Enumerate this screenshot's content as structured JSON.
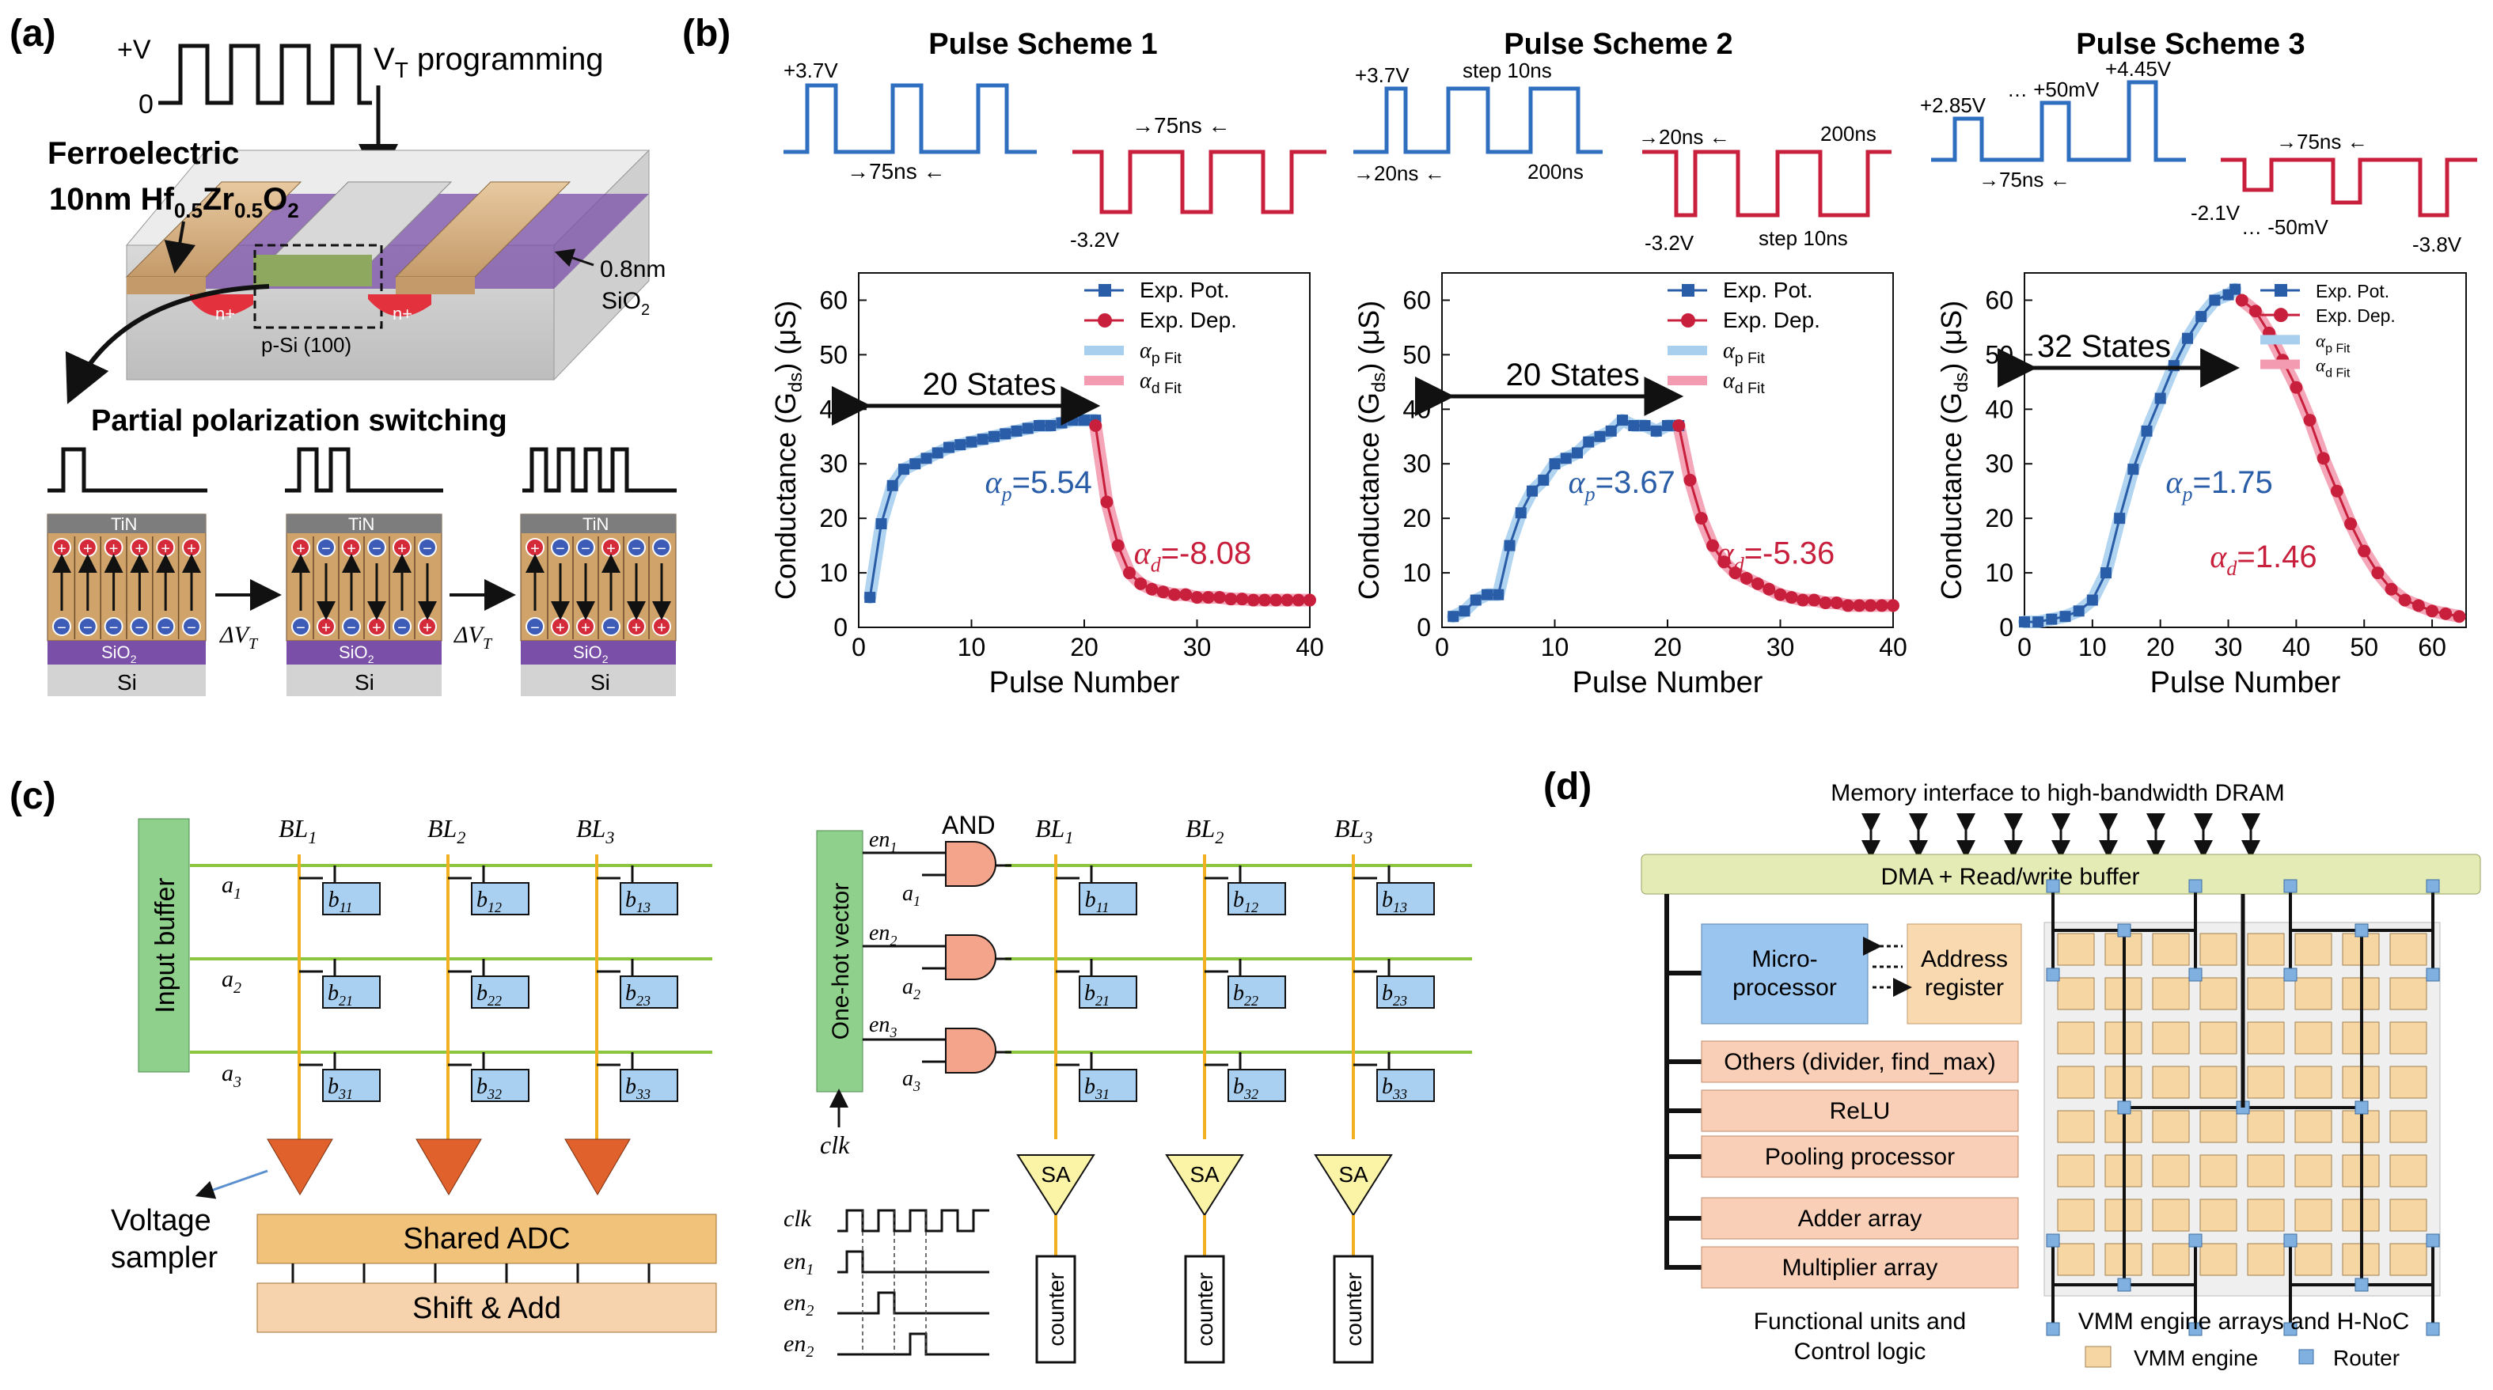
{
  "panels": {
    "a": "(a)",
    "b": "(b)",
    "c": "(c)",
    "d": "(d)"
  },
  "panel_a": {
    "plus_v": "+V",
    "zero": "0",
    "vt_prog_main": "V",
    "vt_prog_sub": "T",
    "vt_prog_rest": " programming",
    "ferro_line1": "Ferroelectric",
    "ferro_line2_a": "10nm Hf",
    "ferro_line2_b": "0.5",
    "ferro_line2_c": "Zr",
    "ferro_line2_d": "0.5",
    "ferro_line2_e": "O",
    "ferro_line2_f": "2",
    "oxide_1": "0.8nm",
    "oxide_2_a": "SiO",
    "oxide_2_b": "2",
    "substrate": "p-Si (100)",
    "nplus": "n+",
    "partial": "Partial polarization switching",
    "tin": "TiN",
    "sio2_a": "SiO",
    "sio2_b": "2",
    "si": "Si",
    "delta_vt": "ΔV",
    "delta_vt_sub": "T"
  },
  "panel_b": {
    "schemes": [
      {
        "title": "Pulse Scheme 1",
        "labels": [
          "+3.7V",
          "→75ns ←",
          "→75ns ←",
          "-3.2V"
        ]
      },
      {
        "title": "Pulse Scheme 2",
        "labels": [
          "+3.7V",
          "step 10ns",
          "→20ns ←",
          "200ns",
          "→20ns ←",
          "200ns",
          "-3.2V",
          "step 10ns"
        ]
      },
      {
        "title": "Pulse Scheme 3",
        "labels": [
          "+2.85V",
          "… +50mV",
          "+4.45V",
          "→75ns ←",
          "→75ns ←",
          "-2.1V",
          "… -50mV",
          "-3.8V"
        ]
      }
    ],
    "ylabel": "Conductance (G",
    "ylabel_sub": "ds",
    "ylabel_end": ") (μS)",
    "xlabel": "Pulse Number",
    "legend": [
      "Exp. Pot.",
      "Exp. Dep.",
      "α",
      "α"
    ],
    "legend_sub": [
      "p Fit",
      "d Fit"
    ]
  },
  "chart_data": [
    {
      "type": "scatter",
      "title": "Pulse Scheme 1",
      "xlabel": "Pulse Number",
      "ylabel": "Conductance (Gds) (μS)",
      "xlim": [
        0,
        40
      ],
      "ylim": [
        0,
        65
      ],
      "xticks": [
        0,
        10,
        20,
        30,
        40
      ],
      "yticks": [
        0,
        10,
        20,
        30,
        40,
        50,
        60
      ],
      "states_label": "20 States",
      "states_range": [
        0,
        21
      ],
      "alpha_p": {
        "symbol": "α",
        "sub": "p",
        "value": "=5.54"
      },
      "alpha_d": {
        "symbol": "α",
        "sub": "d",
        "value": "=-8.08"
      },
      "series": [
        {
          "name": "Exp. Pot.",
          "x": [
            1,
            2,
            3,
            4,
            5,
            6,
            7,
            8,
            9,
            10,
            11,
            12,
            13,
            14,
            15,
            16,
            17,
            18,
            19,
            20,
            21
          ],
          "y": [
            5.5,
            19,
            26,
            29,
            30,
            31,
            32,
            33,
            33.5,
            34,
            34.5,
            35,
            35.5,
            36,
            36.5,
            37,
            37,
            37.5,
            38,
            38,
            38
          ]
        },
        {
          "name": "Exp. Dep.",
          "x": [
            21,
            22,
            23,
            24,
            25,
            26,
            27,
            28,
            29,
            30,
            31,
            32,
            33,
            34,
            35,
            36,
            37,
            38,
            39,
            40
          ],
          "y": [
            37,
            23,
            15,
            10,
            8,
            7,
            6.5,
            6,
            6,
            5.5,
            5.5,
            5.5,
            5.2,
            5.2,
            5,
            5,
            5,
            5,
            5,
            5
          ]
        }
      ]
    },
    {
      "type": "scatter",
      "title": "Pulse Scheme 2",
      "xlabel": "Pulse Number",
      "ylabel": "Conductance (Gds) (μS)",
      "xlim": [
        0,
        40
      ],
      "ylim": [
        0,
        65
      ],
      "xticks": [
        0,
        10,
        20,
        30,
        40
      ],
      "yticks": [
        0,
        10,
        20,
        30,
        40,
        50,
        60
      ],
      "states_label": "20 States",
      "states_range": [
        0,
        21
      ],
      "alpha_p": {
        "symbol": "α",
        "sub": "p",
        "value": "=3.67"
      },
      "alpha_d": {
        "symbol": "α",
        "sub": "d",
        "value": "=-5.36"
      },
      "series": [
        {
          "name": "Exp. Pot.",
          "x": [
            1,
            2,
            3,
            4,
            5,
            6,
            7,
            8,
            9,
            10,
            11,
            12,
            13,
            14,
            15,
            16,
            17,
            18,
            19,
            20,
            21
          ],
          "y": [
            2,
            3,
            5,
            6,
            6,
            15,
            21,
            25,
            27,
            30,
            31,
            32,
            34,
            35,
            36,
            38,
            37,
            37,
            36,
            37,
            37
          ]
        },
        {
          "name": "Exp. Dep.",
          "x": [
            21,
            22,
            23,
            24,
            25,
            26,
            27,
            28,
            29,
            30,
            31,
            32,
            33,
            34,
            35,
            36,
            37,
            38,
            39,
            40
          ],
          "y": [
            37,
            27,
            20,
            15,
            12,
            10,
            9,
            8,
            7,
            6,
            5.5,
            5,
            5,
            4.5,
            4.5,
            4,
            4,
            4,
            4,
            4
          ]
        }
      ]
    },
    {
      "type": "scatter",
      "title": "Pulse Scheme 3",
      "xlabel": "Pulse Number",
      "ylabel": "Conductance (Gds) (μS)",
      "xlim": [
        0,
        65
      ],
      "ylim": [
        0,
        65
      ],
      "xticks": [
        0,
        10,
        20,
        30,
        40,
        50,
        60
      ],
      "yticks": [
        0,
        10,
        20,
        30,
        40,
        50,
        60
      ],
      "states_label": "32 States",
      "states_range": [
        0,
        31
      ],
      "alpha_p": {
        "symbol": "α",
        "sub": "p",
        "value": "=1.75"
      },
      "alpha_d": {
        "symbol": "α",
        "sub": "d",
        "value": "=1.46"
      },
      "series": [
        {
          "name": "Exp. Pot.",
          "x": [
            0,
            2,
            4,
            6,
            8,
            10,
            12,
            14,
            16,
            18,
            20,
            22,
            24,
            26,
            28,
            30,
            31
          ],
          "y": [
            1,
            1,
            1.5,
            2,
            3,
            5,
            10,
            20,
            29,
            36,
            42,
            48,
            53,
            57,
            60,
            61,
            62
          ]
        },
        {
          "name": "Exp. Dep.",
          "x": [
            32,
            34,
            36,
            38,
            40,
            42,
            44,
            46,
            48,
            50,
            52,
            54,
            56,
            58,
            60,
            62,
            64
          ],
          "y": [
            60,
            58,
            54,
            49,
            44,
            38,
            31,
            25,
            19,
            14,
            10,
            7,
            5,
            4,
            3,
            2.5,
            2
          ]
        }
      ]
    }
  ],
  "panel_c": {
    "input_buffer": "Input buffer",
    "one_hot": "One-hot vector",
    "and": "AND",
    "bl": [
      "BL",
      "BL",
      "BL"
    ],
    "bl_sub": [
      "1",
      "2",
      "3"
    ],
    "a": [
      "a",
      "a",
      "a"
    ],
    "a_sub": [
      "1",
      "2",
      "3"
    ],
    "en": [
      "en",
      "en",
      "en"
    ],
    "en_sub": [
      "1",
      "2",
      "3"
    ],
    "cells": [
      [
        "b",
        "11"
      ],
      [
        "b",
        "12"
      ],
      [
        "b",
        "13"
      ],
      [
        "b",
        "21"
      ],
      [
        "b",
        "22"
      ],
      [
        "b",
        "23"
      ],
      [
        "b",
        "31"
      ],
      [
        "b",
        "32"
      ],
      [
        "b",
        "33"
      ]
    ],
    "voltage_1": "Voltage",
    "voltage_2": "sampler",
    "shared_adc": "Shared ADC",
    "shift_add": "Shift & Add",
    "sa": "SA",
    "counter": "counter",
    "clk": "clk",
    "timing": [
      [
        "clk",
        ""
      ],
      [
        "en",
        "1"
      ],
      [
        "en",
        "2"
      ],
      [
        "en",
        "2"
      ]
    ]
  },
  "panel_d": {
    "mem_if": "Memory interface to high-bandwidth DRAM",
    "dma": "DMA + Read/write buffer",
    "micro_1": "Micro-",
    "micro_2": "processor",
    "addr_1": "Address",
    "addr_2": "register",
    "units": [
      "Others (divider, find_max)",
      "ReLU",
      "Pooling processor",
      "Adder array",
      "Multiplier array"
    ],
    "func_1": "Functional units and",
    "func_2": "Control logic",
    "vmm_caption": "VMM engine arrays and H-NoC",
    "legend_vmm": "VMM engine",
    "legend_router": "Router"
  },
  "colors": {
    "pot": "#2a5da8",
    "dep": "#c8203c",
    "pot_fit": "#a9cfee",
    "dep_fit": "#f39bb0",
    "wire": "#f0b020",
    "gate": "#8cc63f"
  }
}
